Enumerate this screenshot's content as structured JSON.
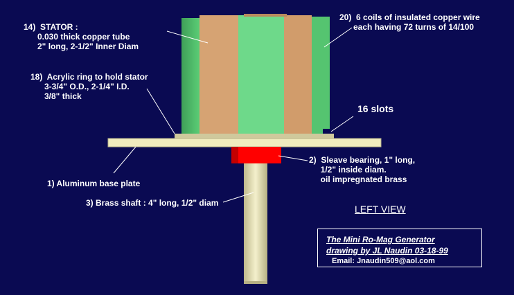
{
  "labels": {
    "stator": "14)  STATOR :\n      0.030 thick copper tube\n      2\" long, 2-1/2\" Inner Diam",
    "coils": "20)  6 coils of insulated copper wire\n      each having 72 turns of 14/100",
    "acrylic": "18)  Acrylic ring to hold stator\n      3-3/4\" O.D., 2-1/4\" I.D.\n      3/8\" thick",
    "slots": "16 slots",
    "bearing": "2)  Sleave bearing, 1\" long,\n     1/2\" inside diam.\n     oil impregnated brass",
    "base": "1) Aluminum base plate",
    "shaft": "3) Brass shaft : 4\" long, 1/2\" diam",
    "view": "LEFT VIEW"
  },
  "title_box": {
    "title": "The Mini Ro-Mag Generator",
    "author": "drawing by JL Naudin 03-18-99",
    "email": "Email: Jnaudin509@aol.com"
  },
  "colors": {
    "background": "#0a0a52",
    "coil_green": "#5fd47a",
    "copper": "#d6a373",
    "base_plate": "#f0ecbe",
    "bearing_red": "#ff0000",
    "shaft": "#e8e4b8"
  }
}
